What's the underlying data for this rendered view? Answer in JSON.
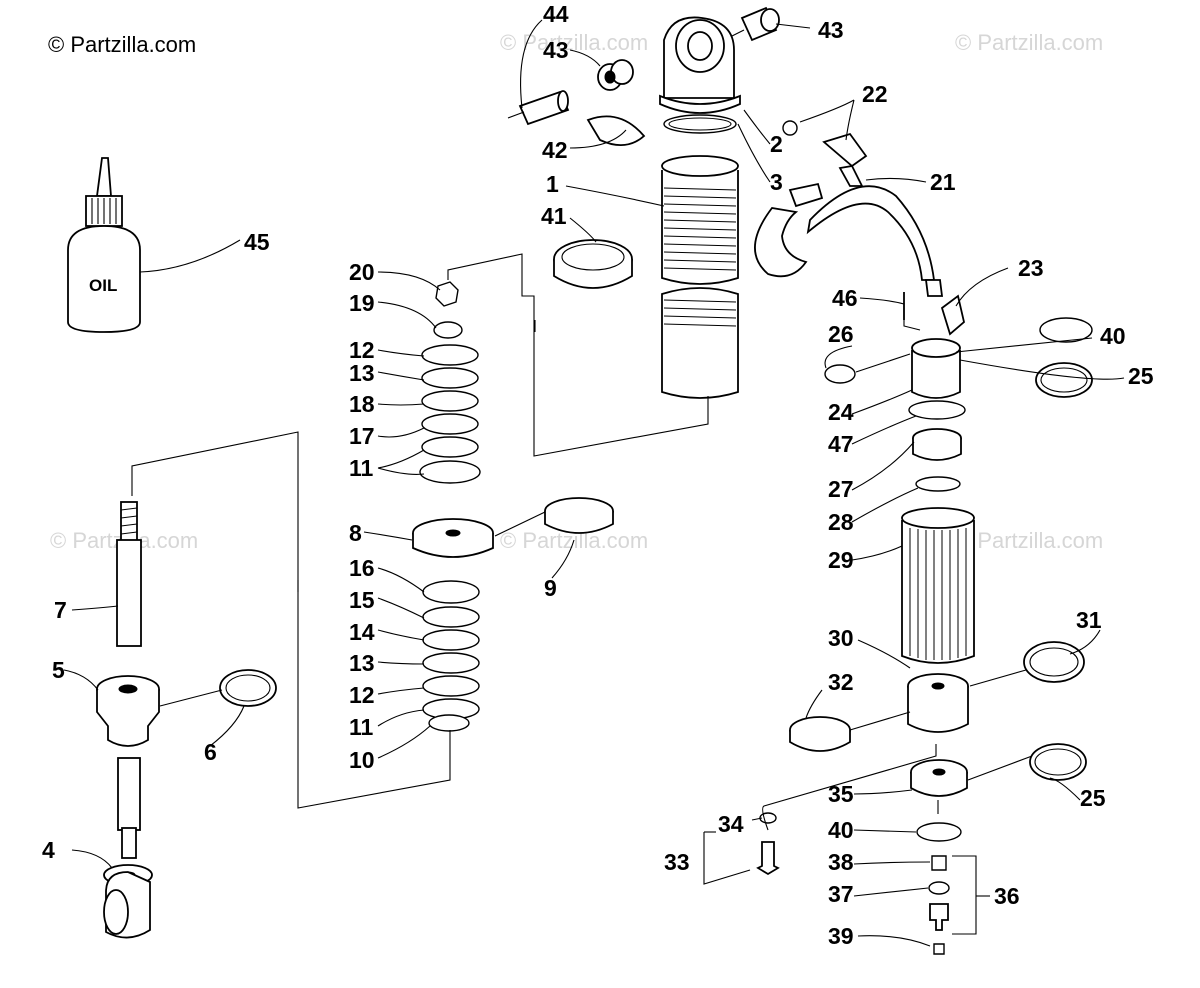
{
  "watermark": {
    "main": "© Partzilla.com",
    "faint": "© Partzilla.com"
  },
  "oil_label": "OIL",
  "callouts": [
    {
      "id": "c44",
      "label": "44"
    },
    {
      "id": "c43a",
      "label": "43"
    },
    {
      "id": "c43b",
      "label": "43"
    },
    {
      "id": "c22",
      "label": "22"
    },
    {
      "id": "c2",
      "label": "2"
    },
    {
      "id": "c42",
      "label": "42"
    },
    {
      "id": "c3",
      "label": "3"
    },
    {
      "id": "c1",
      "label": "1"
    },
    {
      "id": "c21",
      "label": "21"
    },
    {
      "id": "c41",
      "label": "41"
    },
    {
      "id": "c45",
      "label": "45"
    },
    {
      "id": "c20",
      "label": "20"
    },
    {
      "id": "c23",
      "label": "23"
    },
    {
      "id": "c19",
      "label": "19"
    },
    {
      "id": "c46",
      "label": "46"
    },
    {
      "id": "c40a",
      "label": "40"
    },
    {
      "id": "c26",
      "label": "26"
    },
    {
      "id": "c12a",
      "label": "12"
    },
    {
      "id": "c13a",
      "label": "13"
    },
    {
      "id": "c25a",
      "label": "25"
    },
    {
      "id": "c18",
      "label": "18"
    },
    {
      "id": "c24",
      "label": "24"
    },
    {
      "id": "c17",
      "label": "17"
    },
    {
      "id": "c47",
      "label": "47"
    },
    {
      "id": "c11a",
      "label": "11"
    },
    {
      "id": "c27",
      "label": "27"
    },
    {
      "id": "c28",
      "label": "28"
    },
    {
      "id": "c8",
      "label": "8"
    },
    {
      "id": "c29",
      "label": "29"
    },
    {
      "id": "c16",
      "label": "16"
    },
    {
      "id": "c9",
      "label": "9"
    },
    {
      "id": "c15",
      "label": "15"
    },
    {
      "id": "c7",
      "label": "7"
    },
    {
      "id": "c14",
      "label": "14"
    },
    {
      "id": "c31",
      "label": "31"
    },
    {
      "id": "c30",
      "label": "30"
    },
    {
      "id": "c5",
      "label": "5"
    },
    {
      "id": "c13b",
      "label": "13"
    },
    {
      "id": "c32",
      "label": "32"
    },
    {
      "id": "c6",
      "label": "6"
    },
    {
      "id": "c12b",
      "label": "12"
    },
    {
      "id": "c11b",
      "label": "11"
    },
    {
      "id": "c10",
      "label": "10"
    },
    {
      "id": "c35",
      "label": "35"
    },
    {
      "id": "c25b",
      "label": "25"
    },
    {
      "id": "c34",
      "label": "34"
    },
    {
      "id": "c40b",
      "label": "40"
    },
    {
      "id": "c4",
      "label": "4"
    },
    {
      "id": "c33",
      "label": "33"
    },
    {
      "id": "c38",
      "label": "38"
    },
    {
      "id": "c36",
      "label": "36"
    },
    {
      "id": "c37",
      "label": "37"
    },
    {
      "id": "c39",
      "label": "39"
    }
  ]
}
